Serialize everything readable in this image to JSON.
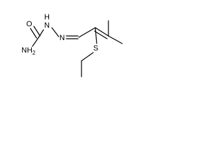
{
  "atoms": {
    "carbonyl_O": {
      "text": "O"
    },
    "NH2": {
      "text": "NH",
      "sub": "2"
    },
    "N_hydrazine": {
      "text": "N",
      "h": "H"
    },
    "N_imine": {
      "text": "N"
    },
    "S": {
      "text": "S"
    }
  }
}
